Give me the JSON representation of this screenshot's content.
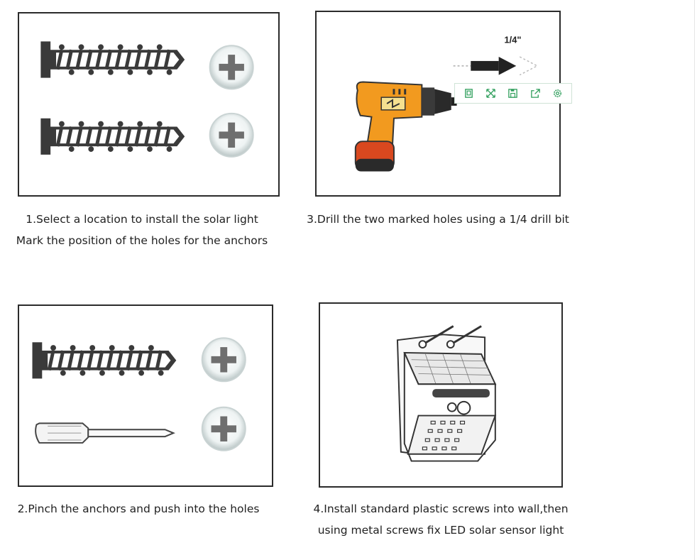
{
  "steps": [
    {
      "id": "step1",
      "lines": [
        "1.Select a location to install the solar light",
        "Mark the position of the holes for the anchors"
      ]
    },
    {
      "id": "step3",
      "lines": [
        "3.Drill the two marked holes using a 1/4 drill bit"
      ]
    },
    {
      "id": "step2",
      "lines": [
        "2.Pinch the anchors and push into the holes"
      ]
    },
    {
      "id": "step4",
      "lines": [
        "4.Install standard plastic screws into wall,then",
        "using metal screws fix LED solar sensor light"
      ]
    }
  ],
  "drill_label": "1/4\"",
  "toolbar": {
    "icons": [
      "copy-icon",
      "expand-icon",
      "save-icon",
      "share-icon",
      "settings-icon"
    ],
    "accent": "#2e9e5b"
  }
}
